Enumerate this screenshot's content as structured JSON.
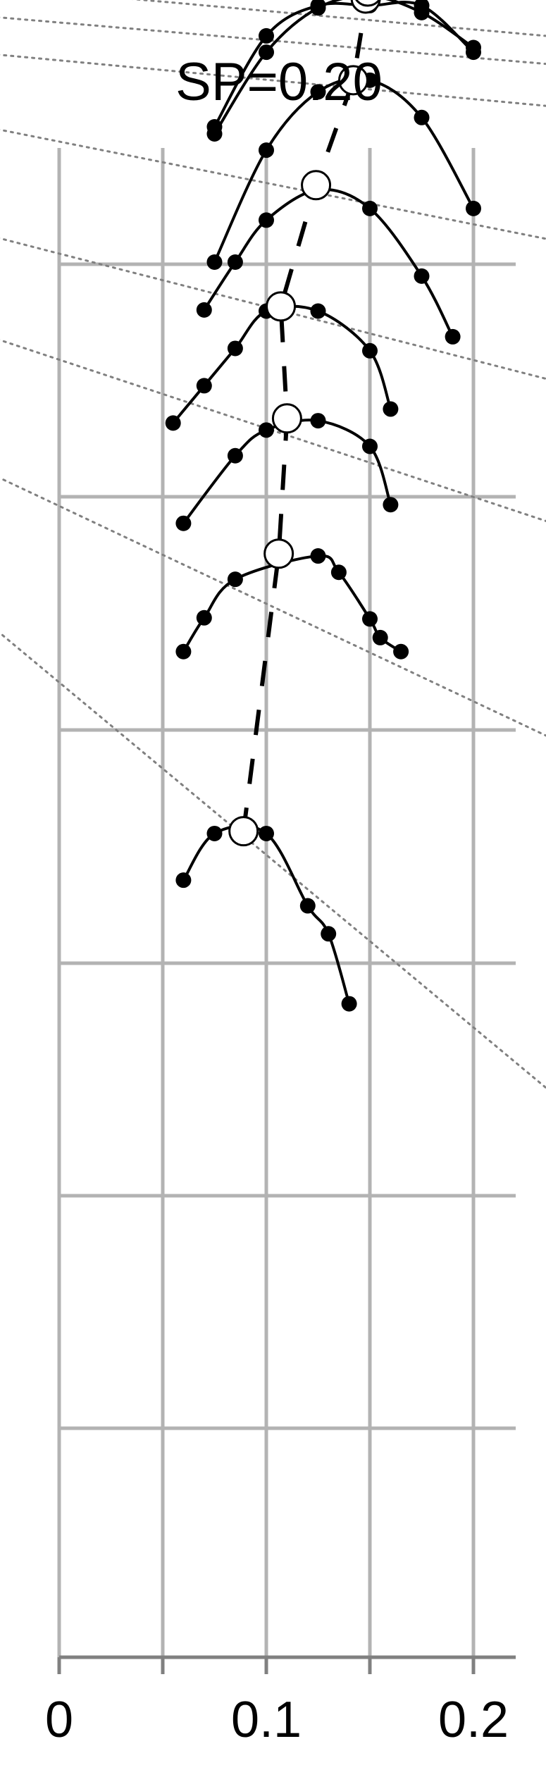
{
  "chart_data": {
    "type": "line",
    "title": "SP=0.20",
    "xlabel": "",
    "ylabel": "",
    "xlim": [
      0,
      0.22
    ],
    "x_ticks": [
      "0",
      "0.1",
      "0.2"
    ],
    "x_tick_values": [
      0,
      0.1,
      0.2
    ],
    "x_gridlines": [
      0,
      0.05,
      0.1,
      0.15,
      0.2
    ],
    "grid": true,
    "legend": "none",
    "colors": {
      "grid": "#b3b3b3",
      "axis": "#808080",
      "series": "#000000",
      "dotted_lines": "#808080",
      "optimum_line": "#000000",
      "optimum_marker_fill": "#ffffff"
    },
    "series": [
      {
        "points": [
          [
            0.075,
            0.255
          ],
          [
            0.1,
            0.29
          ],
          [
            0.125,
            0.309
          ],
          [
            0.15,
            0.314
          ],
          [
            0.175,
            0.307
          ],
          [
            0.2,
            0.292
          ]
        ],
        "optimum": [
          0.148,
          0.313
        ]
      },
      {
        "points": [
          [
            0.075,
            0.258
          ],
          [
            0.1,
            0.297
          ],
          [
            0.125,
            0.31
          ],
          [
            0.15,
            0.31
          ],
          [
            0.175,
            0.31
          ],
          [
            0.2,
            0.29
          ]
        ],
        "optimum": [
          0.149,
          0.316
        ]
      },
      {
        "points": [
          [
            0.075,
            0.2
          ],
          [
            0.1,
            0.248
          ],
          [
            0.125,
            0.273
          ],
          [
            0.15,
            0.278
          ],
          [
            0.175,
            0.262
          ],
          [
            0.2,
            0.223
          ]
        ],
        "optimum": [
          0.142,
          0.278
        ]
      },
      {
        "points": [
          [
            0.07,
            0.1795
          ],
          [
            0.085,
            0.2
          ],
          [
            0.1,
            0.218
          ],
          [
            0.125,
            0.231
          ],
          [
            0.15,
            0.223
          ],
          [
            0.175,
            0.194
          ],
          [
            0.19,
            0.168
          ]
        ],
        "optimum": [
          0.124,
          0.233
        ]
      },
      {
        "points": [
          [
            0.055,
            0.131
          ],
          [
            0.07,
            0.147
          ],
          [
            0.085,
            0.163
          ],
          [
            0.1,
            0.179
          ],
          [
            0.125,
            0.179
          ],
          [
            0.15,
            0.162
          ],
          [
            0.16,
            0.137
          ]
        ],
        "optimum": [
          0.107,
          0.181
        ]
      },
      {
        "points": [
          [
            0.06,
            0.088
          ],
          [
            0.085,
            0.117
          ],
          [
            0.1,
            0.128
          ],
          [
            0.125,
            0.132
          ],
          [
            0.15,
            0.121
          ],
          [
            0.16,
            0.096
          ]
        ],
        "optimum": [
          0.11,
          0.133
        ]
      },
      {
        "points": [
          [
            0.06,
            0.033
          ],
          [
            0.07,
            0.0475
          ],
          [
            0.085,
            0.064
          ],
          [
            0.125,
            0.074
          ],
          [
            0.135,
            0.067
          ],
          [
            0.15,
            0.047
          ],
          [
            0.155,
            0.039
          ],
          [
            0.165,
            0.033
          ]
        ],
        "optimum": [
          0.106,
          0.075
        ]
      },
      {
        "points": [
          [
            0.06,
            -0.065
          ],
          [
            0.075,
            -0.045
          ],
          [
            0.1,
            -0.045
          ],
          [
            0.12,
            -0.076
          ],
          [
            0.13,
            -0.088
          ],
          [
            0.14,
            -0.118
          ]
        ],
        "optimum": [
          0.089,
          -0.044
        ]
      }
    ],
    "iso_lines": [
      {
        "from": [
          -0.03,
          0.318
        ],
        "to": [
          0.235,
          0.297
        ]
      },
      {
        "from": [
          -0.03,
          0.305
        ],
        "to": [
          0.235,
          0.285
        ]
      },
      {
        "from": [
          -0.03,
          0.289
        ],
        "to": [
          0.235,
          0.267
        ]
      },
      {
        "from": [
          -0.03,
          0.257
        ],
        "to": [
          0.235,
          0.21
        ]
      },
      {
        "from": [
          -0.03,
          0.2105
        ],
        "to": [
          0.235,
          0.15
        ]
      },
      {
        "from": [
          -0.03,
          0.167
        ],
        "to": [
          0.235,
          0.089
        ]
      },
      {
        "from": [
          -0.03,
          0.108
        ],
        "to": [
          0.235,
          -0.003
        ]
      },
      {
        "from": [
          -0.03,
          0.042
        ],
        "to": [
          0.235,
          -0.154
        ]
      }
    ]
  }
}
